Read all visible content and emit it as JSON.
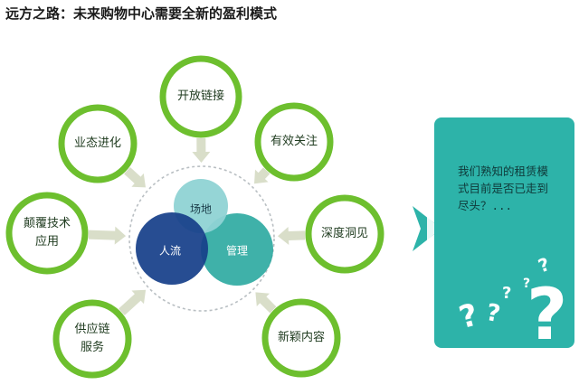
{
  "title": "远方之路：未来购物中心需要全新的盈利模式",
  "center": {
    "top": "场地",
    "left": "人流",
    "right": "管理"
  },
  "nodes": [
    {
      "label": "开放链接"
    },
    {
      "label": "有效关注"
    },
    {
      "label": "深度洞见"
    },
    {
      "label": "新颖内容"
    },
    {
      "label": "供应链\n服务"
    },
    {
      "label": "颠覆技术\n应用"
    },
    {
      "label": "业态进化"
    }
  ],
  "callout": {
    "text": "我们熟知的租赁模式目前是否已走到尽头？..."
  },
  "colors": {
    "ring": "#6dbf2e",
    "arrow": "#d9dec9",
    "venn_top": "#8fd3d4",
    "venn_left": "#173f8a",
    "venn_right": "#2aa8a0",
    "callout": "#2db3a9"
  }
}
